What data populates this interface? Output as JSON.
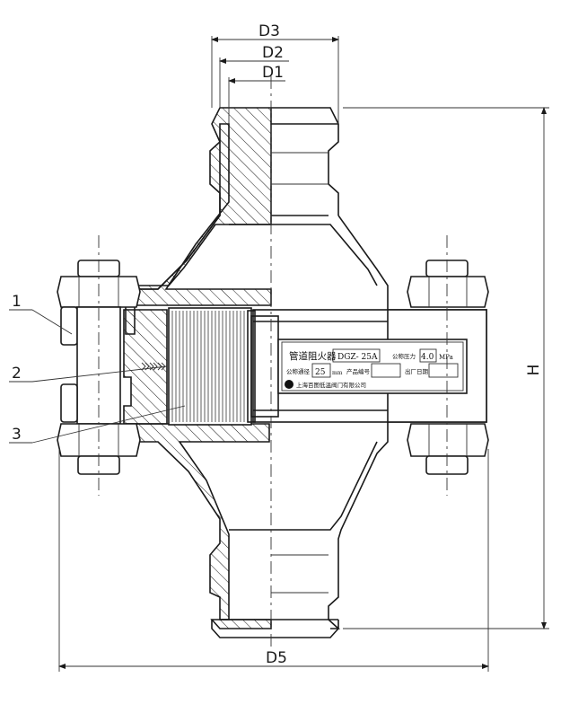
{
  "dimensions": {
    "d1": "D1",
    "d2": "D2",
    "d3": "D3",
    "d5": "D5",
    "h": "H"
  },
  "callouts": [
    "1",
    "2",
    "3"
  ],
  "nameplate": {
    "title": "管道阻火器",
    "model": "DGZ- 25A",
    "pressure_label": "公称压力",
    "pressure_value": "4.0",
    "pressure_unit": "MPa",
    "diameter_label": "公称通径",
    "diameter_value": "25",
    "diameter_unit": "mm",
    "serial_label": "产品编号",
    "date_label": "出厂日期",
    "maker": "上海百图低温阀门有限公司"
  },
  "colors": {
    "line": "#1a1a1a",
    "background": "#ffffff"
  }
}
